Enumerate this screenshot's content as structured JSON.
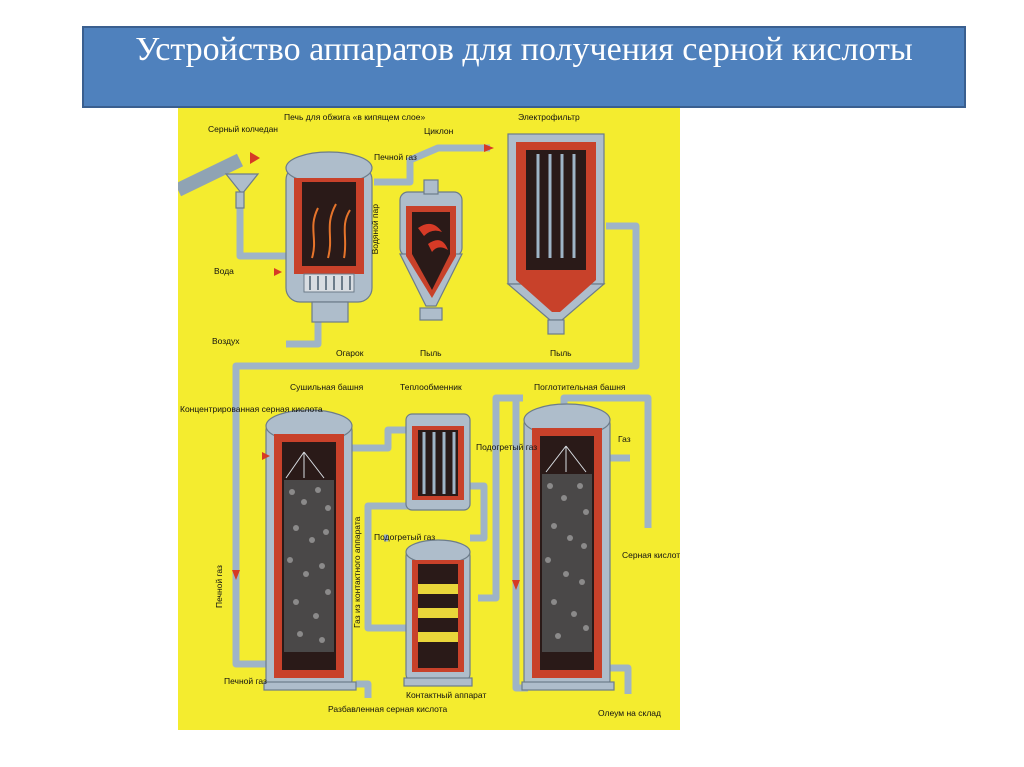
{
  "title": "Устройство аппаратов для получения серной кислоты",
  "labels": {
    "pyrite": "Серный колчедан",
    "furnace": "Печь для обжига «в кипящем слое»",
    "furnace_gas_top": "Печной газ",
    "cyclone": "Циклон",
    "electrofilter": "Электрофильтр",
    "steam": "Водяной пар",
    "water": "Вода",
    "air": "Воздух",
    "cinder": "Огарок",
    "dust1": "Пыль",
    "dust2": "Пыль",
    "drying_tower": "Сушильная башня",
    "heat_exchanger": "Теплообменник",
    "absorption_tower": "Поглотительная башня",
    "conc_acid": "Концентрированная серная кислота",
    "furnace_gas_side": "Печной газ",
    "furnace_gas_bottom": "Печной газ",
    "heated_gas1": "Подогретый газ",
    "heated_gas2": "Подогретый газ",
    "gas_from_contact": "Газ из контактного аппарата",
    "gas_out": "Газ",
    "sulfuric_acid": "Серная кислота",
    "dilute_acid": "Разбавленная серная кислота",
    "contact_apparatus": "Контактный аппарат",
    "oleum": "Олеум на склад"
  },
  "colors": {
    "banner": "#4f81bd",
    "background": "#f4ec2f",
    "lining": "#c8412a",
    "pipe": "#9fb4c6"
  }
}
